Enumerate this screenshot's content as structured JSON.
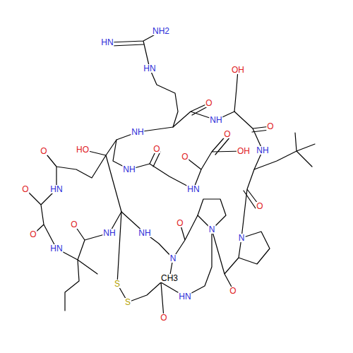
{
  "diagram": {
    "labels": [
      "NH2",
      "HN",
      "HN",
      "OH",
      "O",
      "NH",
      "HO",
      "O",
      "NH",
      "O",
      "O",
      "OH",
      "O",
      "NH",
      "NH",
      "O",
      "HN",
      "HN",
      "O",
      "O",
      "O",
      "N",
      "N",
      "O",
      "HN",
      "O",
      "NH",
      "S",
      "S",
      "NH",
      "N",
      "CH3",
      "O",
      "HN",
      "O"
    ]
  }
}
